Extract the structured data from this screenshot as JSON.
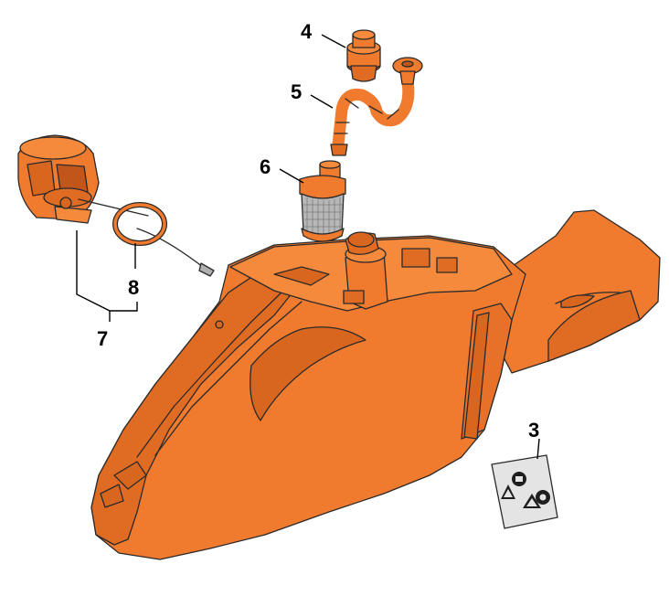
{
  "diagram": {
    "callouts": {
      "part_3": "3",
      "part_4": "4",
      "part_5": "5",
      "part_6": "6",
      "part_7": "7",
      "part_8": "8"
    }
  },
  "colors": {
    "part_orange": "#f07a2e",
    "part_orange_shade": "#d9661f",
    "part_orange_dark": "#c2561a",
    "filter_mesh": "#b7b7b7",
    "line": "#2a2a2a",
    "label_silver": "#e4e4e4"
  },
  "icons": [
    "warning-triangle-icon",
    "read-manual-icon",
    "eye-protection-icon",
    "ear-protection-icon"
  ]
}
